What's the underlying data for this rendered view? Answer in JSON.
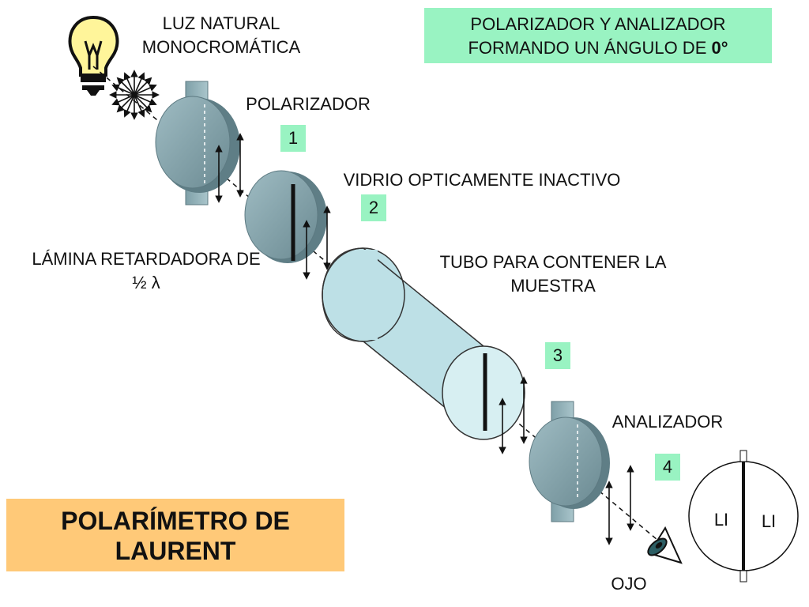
{
  "title": {
    "text": "POLARIZADOR Y ANALIZADOR FORMANDO UN ÁNGULO DE ",
    "angle": "0°"
  },
  "main_title": {
    "line1": "POLARÍMETRO DE",
    "line2": "LAURENT"
  },
  "labels": {
    "light_source_line1": "LUZ NATURAL",
    "light_source_line2": "MONOCROMÁTICA",
    "polarizer": "POLARIZADOR",
    "glass": "VIDRIO OPTICAMENTE INACTIVO",
    "plate_line1": "LÁMINA RETARDADORA DE",
    "plate_line2": "½ λ",
    "tube_line1": "TUBO PARA CONTENER LA",
    "tube_line2": "MUESTRA",
    "analyzer": "ANALIZADOR",
    "eye": "OJO",
    "field_left": "LI",
    "field_right": "LI"
  },
  "numbers": [
    "1",
    "2",
    "3",
    "4"
  ],
  "colors": {
    "label_box": "#99f3c2",
    "title_box": "#ffc978",
    "disc": "#7f9ea6",
    "tube": "#bde0e6"
  },
  "icons": {
    "light_source": "light-bulb-icon",
    "eye": "eye-icon"
  }
}
